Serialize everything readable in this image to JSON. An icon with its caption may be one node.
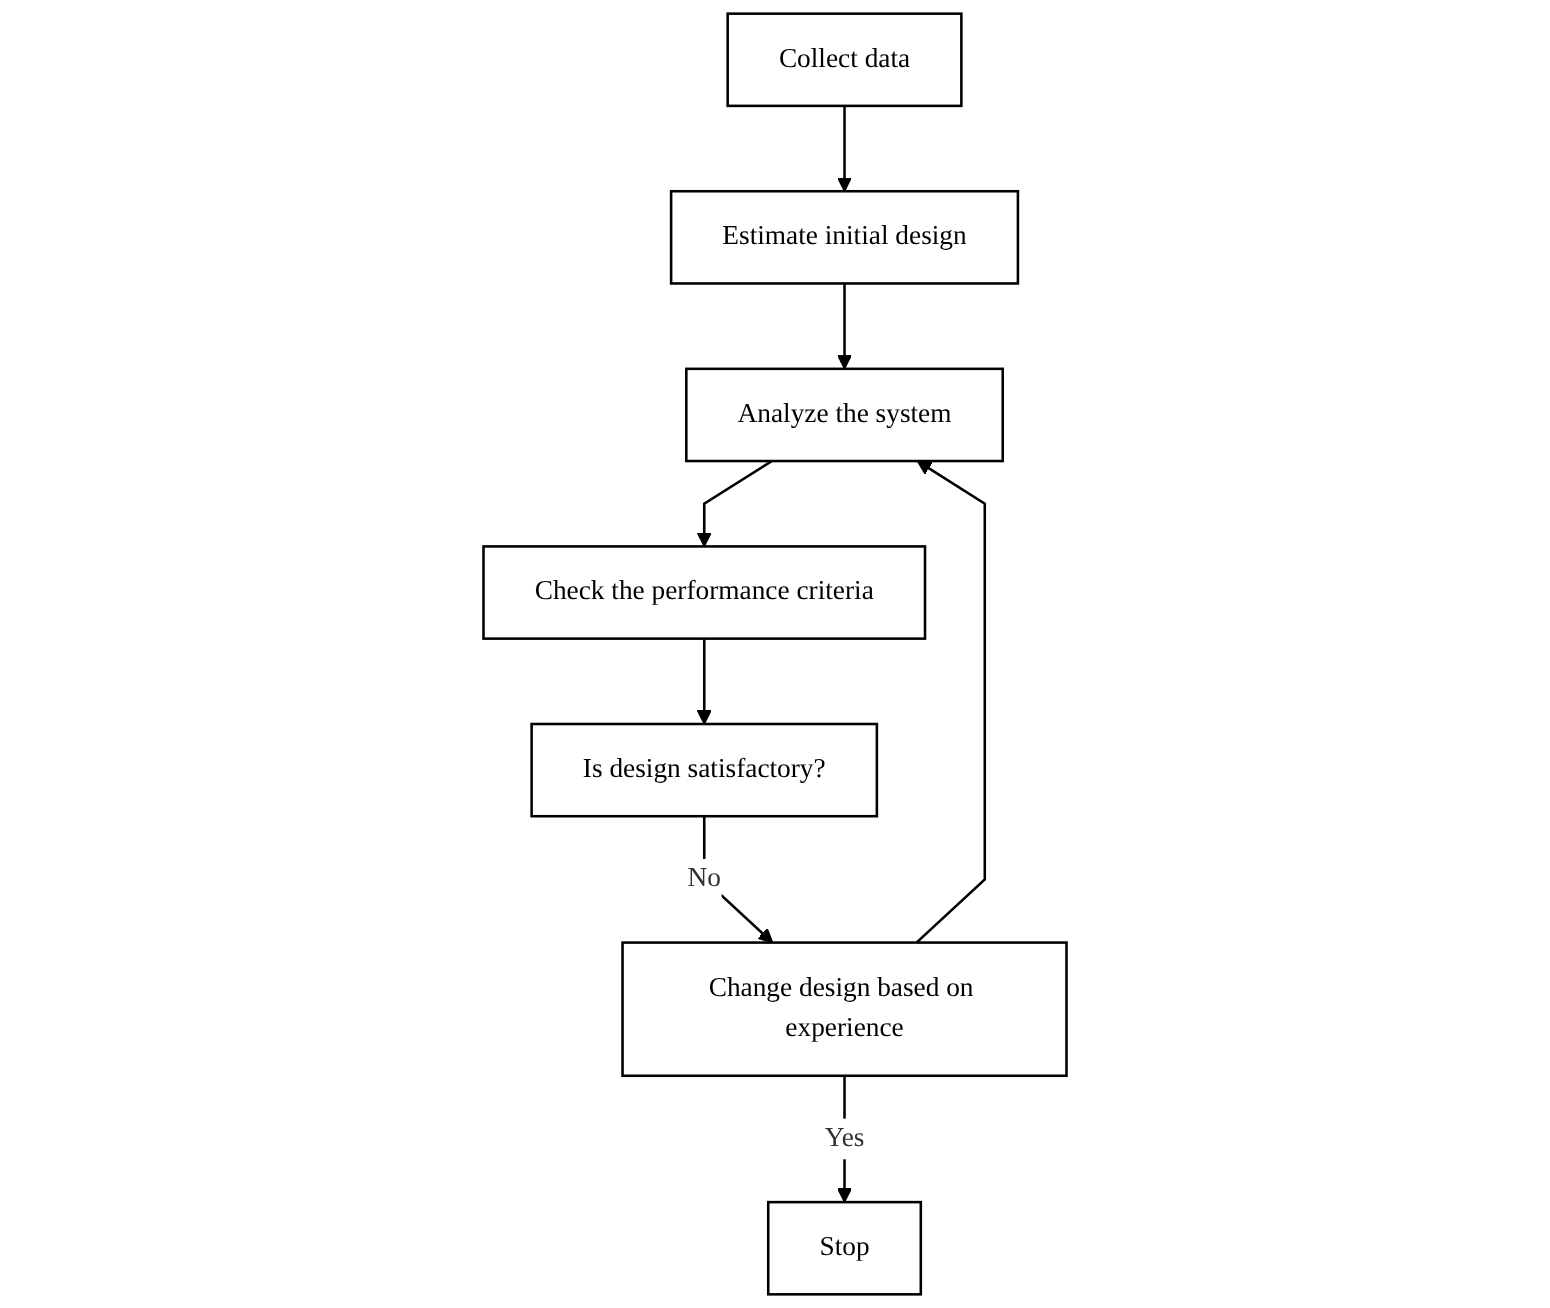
{
  "diagram": {
    "nodes": [
      {
        "text": [
          "Collect data"
        ]
      },
      {
        "text": [
          "Estimate initial design"
        ]
      },
      {
        "text": [
          "Analyze the system"
        ]
      },
      {
        "text": [
          "Check the performance criteria"
        ]
      },
      {
        "text": [
          "Is design satisfactory?"
        ]
      },
      {
        "text": [
          "Change design based on experience"
        ]
      },
      {
        "text": [
          "Stop"
        ]
      }
    ],
    "edges": [
      {
        "from": 0,
        "to": 1,
        "arrow": "to"
      },
      {
        "from": 1,
        "to": 2,
        "arrow": "to"
      },
      {
        "from": 2,
        "to": 3,
        "arrow": "to"
      },
      {
        "from": 3,
        "to": 4,
        "arrow": "to"
      },
      {
        "from": 4,
        "to": 5,
        "arrow": "to",
        "label": "No"
      },
      {
        "from": 5,
        "to": 6,
        "arrow": "to",
        "label": "Yes"
      },
      {
        "from": 5,
        "to": 2,
        "arrow": "to"
      }
    ]
  }
}
